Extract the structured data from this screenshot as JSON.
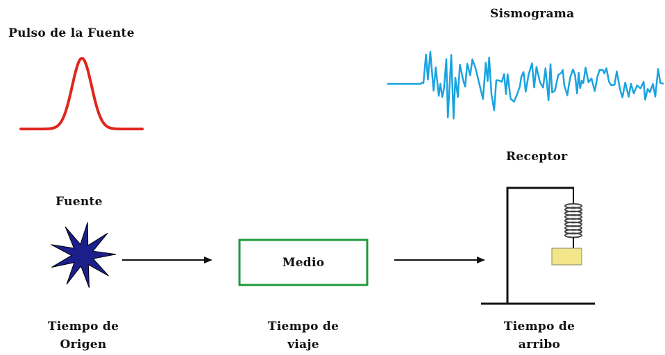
{
  "labels": {
    "source_pulse": "Pulso de la Fuente",
    "seismogram": "Sismograma",
    "receiver": "Receptor",
    "source": "Fuente",
    "medium": "Medio",
    "origin_time_line1": "Tiempo de",
    "origin_time_line2": "Origen",
    "travel_time_line1": "Tiempo de",
    "travel_time_line2": "viaje",
    "arrival_time_line1": "Tiempo de",
    "arrival_time_line2": "arribo"
  },
  "colors": {
    "pulse": "#e0261c",
    "seismogram": "#1aa3e0",
    "source_star": "#1a1f8c",
    "medium_border": "#1f9a3a",
    "receiver_mass": "#f2e58a",
    "text": "#111111"
  },
  "icons": {
    "source": "star-burst-icon",
    "receiver": "seismometer-icon"
  }
}
